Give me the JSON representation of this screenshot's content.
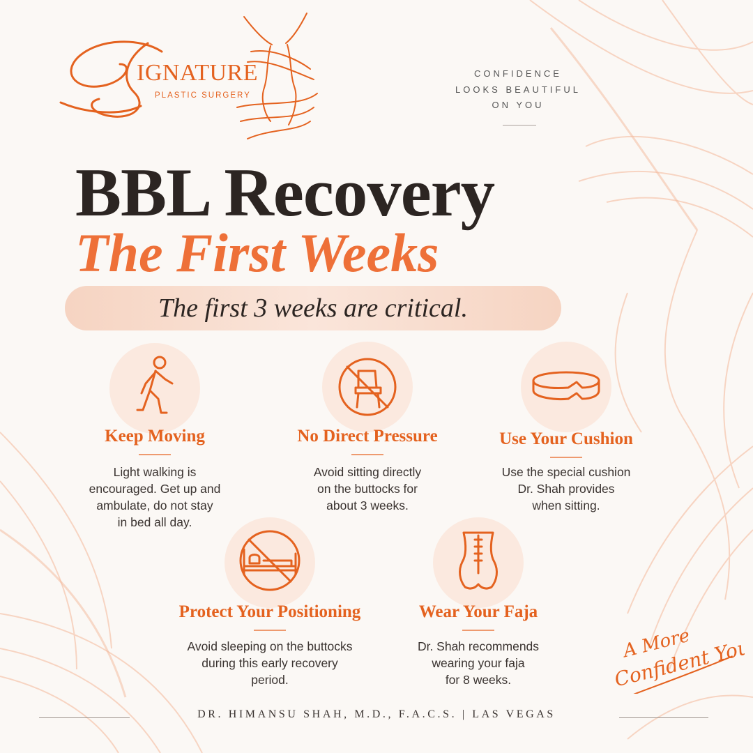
{
  "brand": {
    "logo_word": "IGNATURE",
    "logo_sub": "PLASTIC SURGERY",
    "logo_initial": "S"
  },
  "tagline": {
    "line1": "CONFIDENCE",
    "line2": "LOOKS BEAUTIFUL",
    "line3": "ON YOU"
  },
  "title": {
    "line1": "BBL Recovery",
    "line2": "The First Weeks"
  },
  "banner": "The first 3 weeks are critical.",
  "tips": [
    {
      "icon": "walking-person-icon",
      "heading": "Keep Moving",
      "lines": [
        "Light walking is",
        "encouraged. Get up and",
        "ambulate, do not stay",
        "in bed all day."
      ]
    },
    {
      "icon": "no-chair-icon",
      "heading": "No Direct Pressure",
      "lines": [
        "Avoid sitting directly",
        "on the buttocks for",
        "about 3 weeks."
      ]
    },
    {
      "icon": "cushion-icon",
      "heading": "Use Your Cushion",
      "lines": [
        "Use the special cushion",
        "Dr. Shah provides",
        "when sitting."
      ]
    },
    {
      "icon": "no-bed-icon",
      "heading": "Protect Your Positioning",
      "lines": [
        "Avoid sleeping on the buttocks",
        "during this early recovery",
        "period."
      ]
    },
    {
      "icon": "faja-garment-icon",
      "heading": "Wear Your Faja",
      "lines": [
        "Dr. Shah recommends",
        "wearing your faja",
        "for 8 weeks."
      ]
    }
  ],
  "script_slogan": {
    "line1": "A More",
    "line2": "Confident You"
  },
  "footer": "DR. HIMANSU SHAH, M.D., F.A.C.S.  |  LAS VEGAS",
  "colors": {
    "accent": "#ee7038",
    "accent_dark": "#e4621f",
    "text_dark": "#2c2522",
    "background": "#fbf8f5",
    "icon_circle": "#fbe9df"
  }
}
